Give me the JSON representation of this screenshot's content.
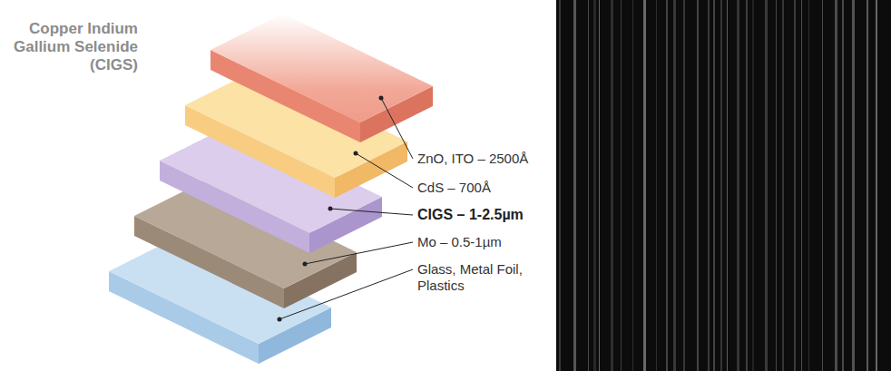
{
  "diagram": {
    "title": "Copper Indium Gallium Selenide (CIGS)",
    "labels": [
      "ZnO, ITO – 2500Å",
      "CdS – 700Å",
      "CIGS – 1-2.5µm",
      "Mo – 0.5-1µm",
      "Glass, Metal Foil, Plastics"
    ]
  }
}
